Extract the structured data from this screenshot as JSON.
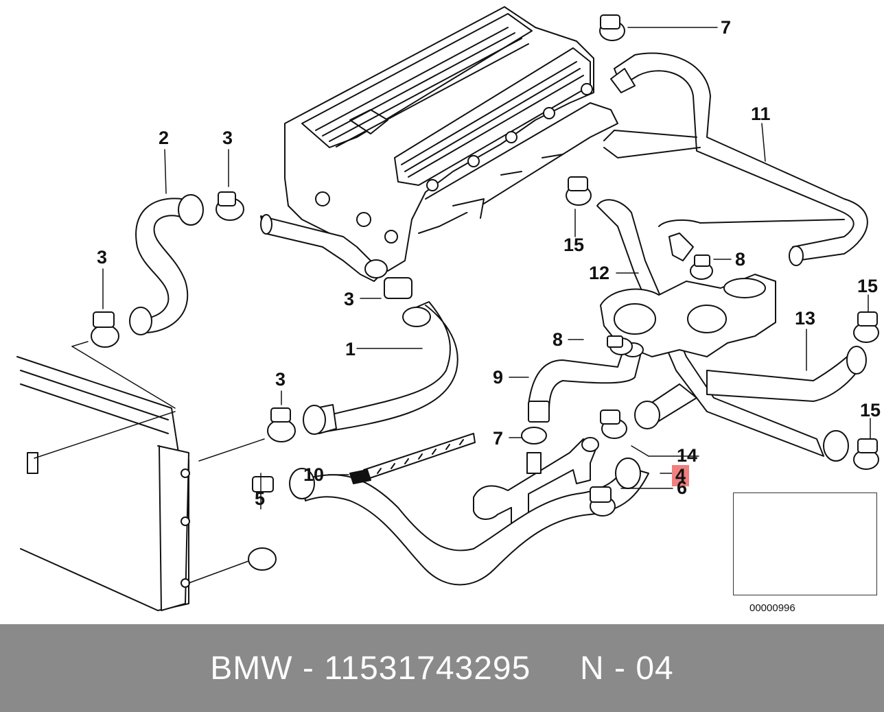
{
  "callouts": [
    {
      "id": "c1",
      "text": "1"
    },
    {
      "id": "c2",
      "text": "2"
    },
    {
      "id": "c3a",
      "text": "3"
    },
    {
      "id": "c3b",
      "text": "3"
    },
    {
      "id": "c3c",
      "text": "3"
    },
    {
      "id": "c3d",
      "text": "3"
    },
    {
      "id": "c4",
      "text": "4",
      "highlight": true
    },
    {
      "id": "c5",
      "text": "5"
    },
    {
      "id": "c6",
      "text": "6"
    },
    {
      "id": "c7a",
      "text": "7"
    },
    {
      "id": "c7b",
      "text": "7"
    },
    {
      "id": "c8a",
      "text": "8"
    },
    {
      "id": "c8b",
      "text": "8"
    },
    {
      "id": "c9",
      "text": "9"
    },
    {
      "id": "c10",
      "text": "10"
    },
    {
      "id": "c11",
      "text": "11"
    },
    {
      "id": "c12",
      "text": "12"
    },
    {
      "id": "c13",
      "text": "13"
    },
    {
      "id": "c14",
      "text": "14"
    },
    {
      "id": "c15a",
      "text": "15"
    },
    {
      "id": "c15b",
      "text": "15"
    },
    {
      "id": "c15c",
      "text": "15"
    }
  ],
  "inset": {
    "code": "00000996"
  },
  "footer": {
    "brand": "BMW",
    "part_number": "11531743295",
    "suffix": "N - 04",
    "separator": "-"
  },
  "colors": {
    "highlight": "#f08080",
    "footer_bg": "#8a8a8a",
    "line": "#111111"
  }
}
